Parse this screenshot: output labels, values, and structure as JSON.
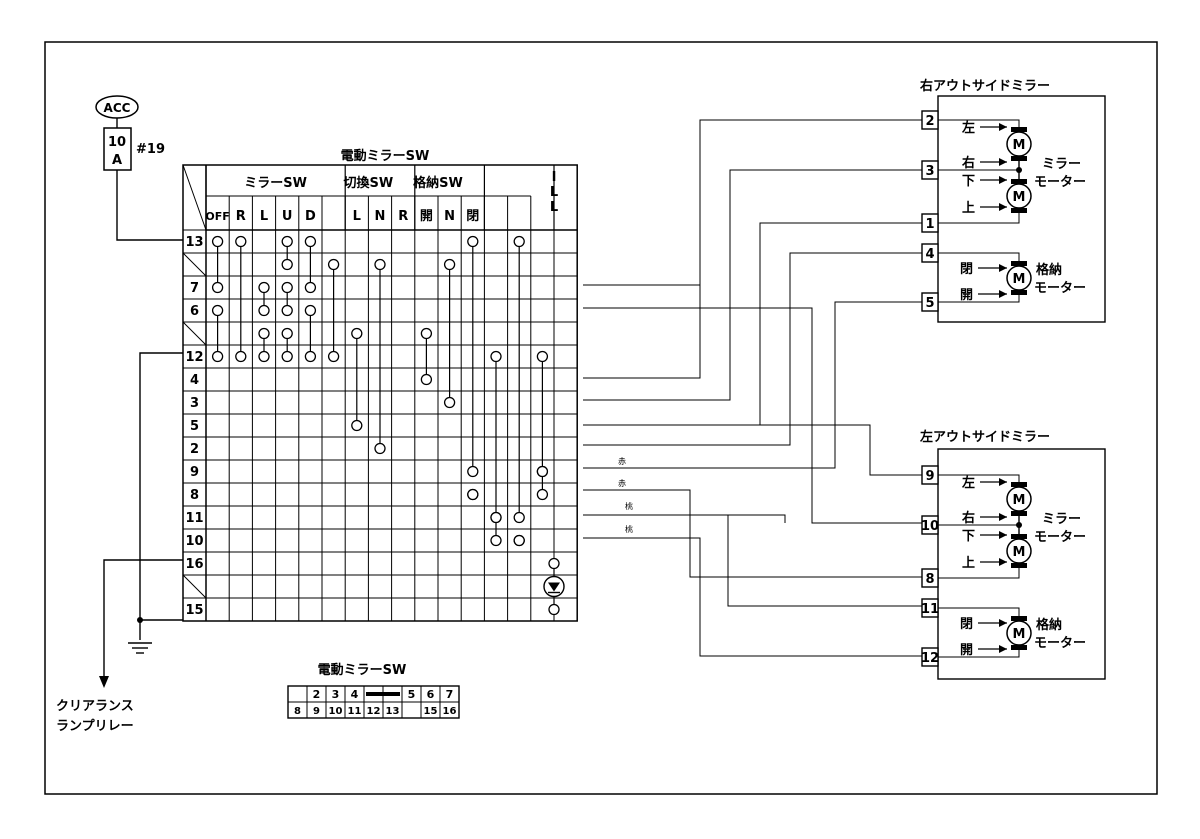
{
  "acc_label": "ACC",
  "fuse": {
    "amps": "10",
    "unit": "A",
    "ref": "#19"
  },
  "switch_title": "電動ミラーSW",
  "switch_groups": [
    "ミラーSW",
    "切換SW",
    "格納SW"
  ],
  "ill_label": "ILL",
  "switch_columns": [
    "OFF",
    "R",
    "L",
    "U",
    "D",
    "L",
    "N",
    "R",
    "開",
    "N",
    "閉"
  ],
  "row_pins": [
    "13",
    "",
    "7",
    "6",
    "",
    "12",
    "4",
    "3",
    "5",
    "2",
    "9",
    "8",
    "11",
    "10",
    "16",
    "",
    "15"
  ],
  "connections": [
    {
      "col": 1,
      "rows": [
        0,
        2
      ]
    },
    {
      "col": 1,
      "rows": [
        3,
        5
      ]
    },
    {
      "col": 2,
      "rows": [
        0,
        5
      ]
    },
    {
      "col": 3,
      "rows": [
        2,
        3
      ]
    },
    {
      "col": 3,
      "rows": [
        4,
        5
      ]
    },
    {
      "col": 4,
      "rows": [
        0,
        1
      ]
    },
    {
      "col": 4,
      "rows": [
        2,
        3
      ]
    },
    {
      "col": 4,
      "rows": [
        4,
        5
      ]
    },
    {
      "col": 5,
      "rows": [
        0,
        2
      ]
    },
    {
      "col": 5,
      "rows": [
        3,
        5
      ]
    },
    {
      "col": 6,
      "rows": [
        1,
        5
      ]
    },
    {
      "col": 7,
      "rows": [
        4,
        8
      ]
    },
    {
      "col": 8,
      "rows": [
        1,
        9
      ]
    },
    {
      "col": 10,
      "rows": [
        4,
        6
      ]
    },
    {
      "col": 11,
      "rows": [
        1,
        7
      ]
    },
    {
      "col": 12,
      "rows": [
        0,
        10
      ]
    },
    {
      "col": 12,
      "rows": [
        11,
        11
      ]
    },
    {
      "col": 13,
      "rows": [
        5,
        12
      ]
    },
    {
      "col": 13,
      "rows": [
        12,
        13
      ]
    },
    {
      "col": 14,
      "rows": [
        0,
        12
      ]
    },
    {
      "col": 14,
      "rows": [
        13,
        13
      ]
    },
    {
      "col": 15,
      "rows": [
        5,
        10
      ]
    },
    {
      "col": 15,
      "rows": [
        10,
        11
      ]
    }
  ],
  "right_mirror": {
    "title": "右アウトサイドミラー",
    "pins": [
      "2",
      "3",
      "1",
      "4",
      "5"
    ],
    "dirs": [
      "左",
      "右",
      "下",
      "上"
    ],
    "mirror_motor": [
      "ミラー",
      "モーター"
    ],
    "fold_dirs": [
      "閉",
      "開"
    ],
    "fold_motor": [
      "格納",
      "モーター"
    ]
  },
  "left_mirror": {
    "title": "左アウトサイドミラー",
    "pins": [
      "9",
      "10",
      "8",
      "11",
      "12"
    ],
    "dirs": [
      "左",
      "右",
      "下",
      "上"
    ],
    "mirror_motor": [
      "ミラー",
      "モーター"
    ],
    "fold_dirs": [
      "閉",
      "開"
    ],
    "fold_motor": [
      "格納",
      "モーター"
    ]
  },
  "motor_symbol": "M",
  "wire_colors": [
    "赤",
    "赤",
    "桃",
    "桃"
  ],
  "connector": {
    "title": "電動ミラーSW",
    "top": [
      "",
      "2",
      "3",
      "4",
      "",
      "5",
      "6",
      "7"
    ],
    "bottom": [
      "8",
      "9",
      "10",
      "11",
      "12",
      "13",
      "",
      "15",
      "16"
    ]
  },
  "relay_label": [
    "クリアランス",
    "ランプリレー"
  ]
}
